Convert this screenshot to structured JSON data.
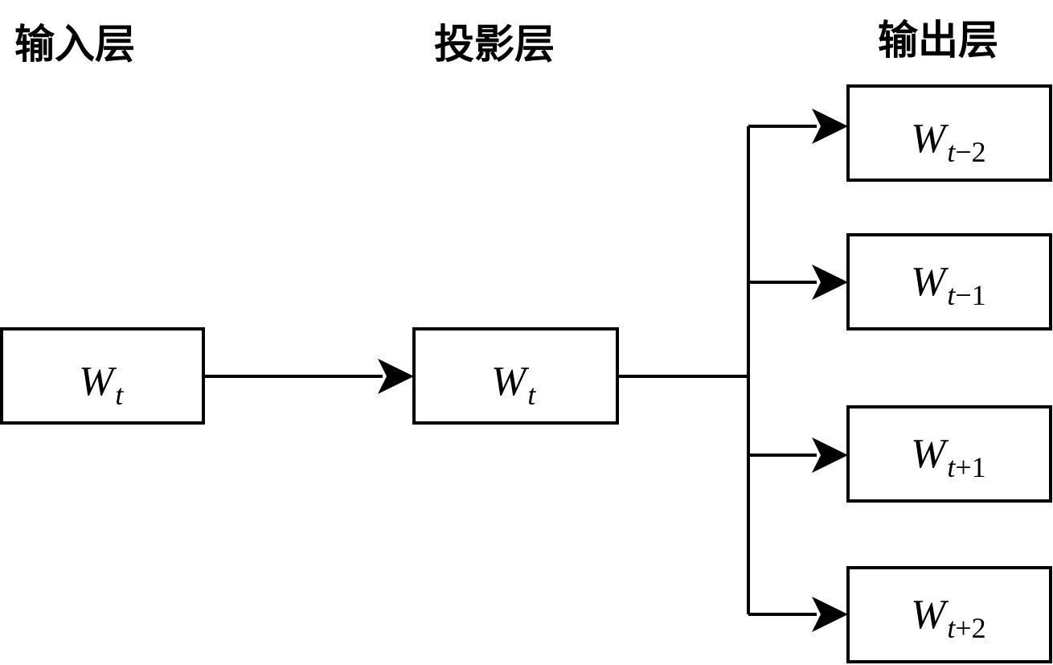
{
  "layers": {
    "input": "输入层",
    "projection": "投影层",
    "output": "输出层"
  },
  "nodes": {
    "input": {
      "var": "W",
      "sub": "t",
      "off": ""
    },
    "projection": {
      "var": "W",
      "sub": "t",
      "off": ""
    },
    "outputs": [
      {
        "var": "W",
        "sub": "t",
        "off": "−2"
      },
      {
        "var": "W",
        "sub": "t",
        "off": "−1"
      },
      {
        "var": "W",
        "sub": "t",
        "off": "+1"
      },
      {
        "var": "W",
        "sub": "t",
        "off": "+2"
      }
    ]
  },
  "colors": {
    "stroke": "#000000",
    "background": "#ffffff"
  }
}
